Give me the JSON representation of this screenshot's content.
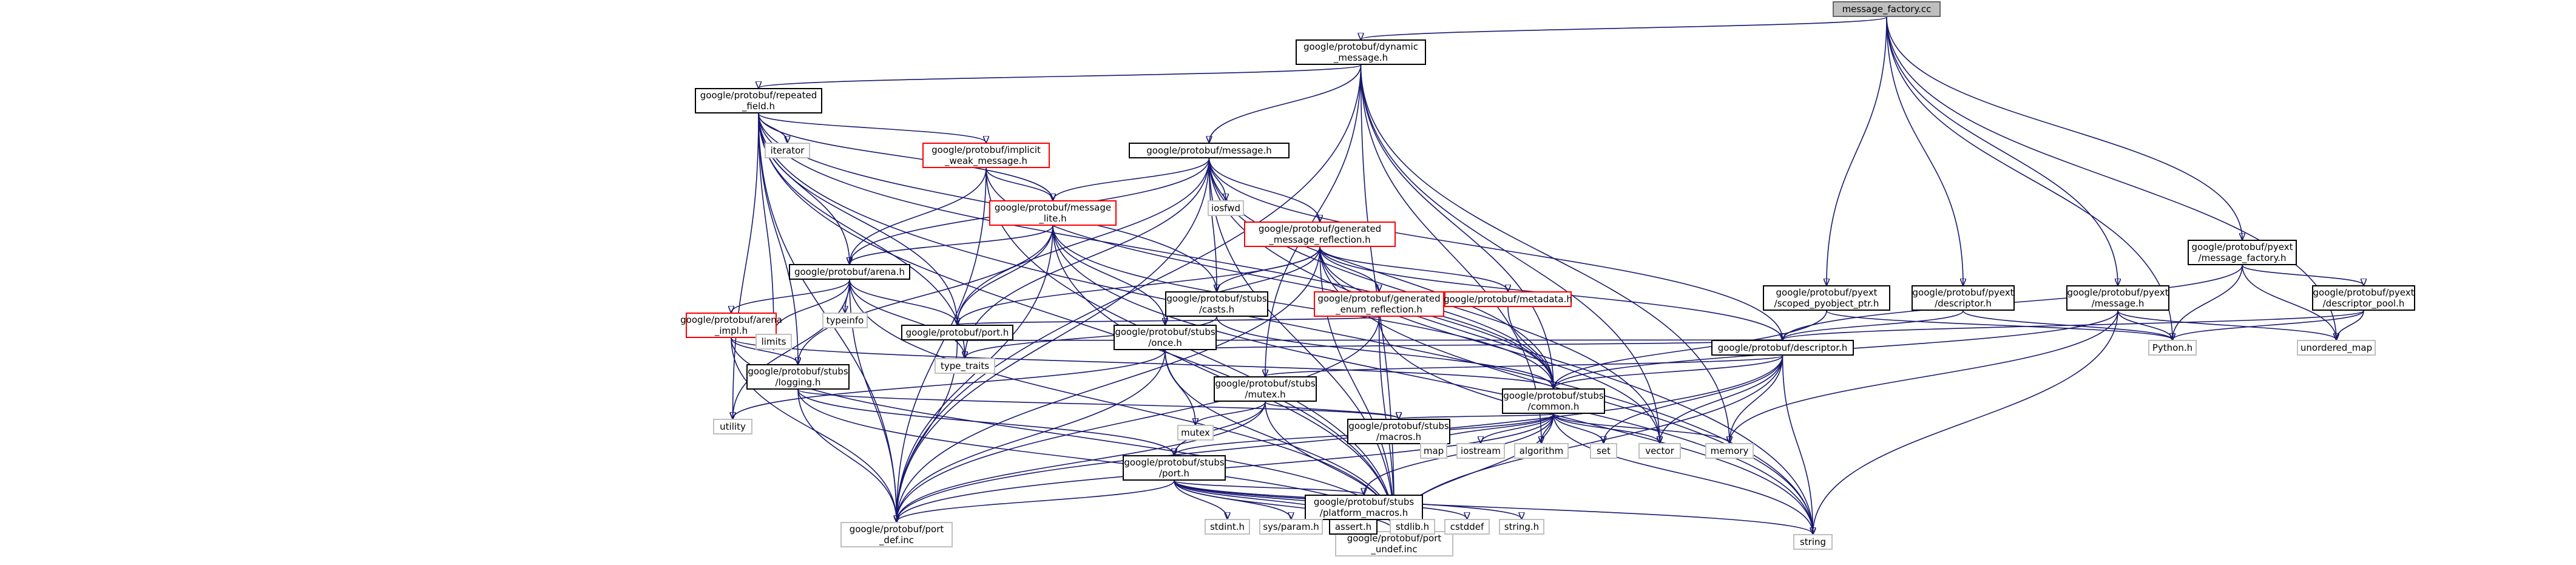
{
  "graph": {
    "colors": {
      "edge": "#191970",
      "root_fill": "#bfbfbf",
      "node_border": "#000000",
      "system_border": "#bfbfbf",
      "truncated_border": "#ff0000"
    },
    "nodes": [
      {
        "id": "message_factory_cc",
        "label": "message_factory.cc",
        "kind": "root"
      },
      {
        "id": "dynamic_message_h",
        "label": "google/protobuf/dynamic\n_message.h",
        "kind": "normal"
      },
      {
        "id": "repeated_field_h",
        "label": "google/protobuf/repeated\n_field.h",
        "kind": "normal"
      },
      {
        "id": "implicit_weak_message_h",
        "label": "google/protobuf/implicit\n_weak_message.h",
        "kind": "truncated"
      },
      {
        "id": "message_h",
        "label": "google/protobuf/message.h",
        "kind": "normal"
      },
      {
        "id": "message_lite_h",
        "label": "google/protobuf/message\n_lite.h",
        "kind": "truncated"
      },
      {
        "id": "arena_h",
        "label": "google/protobuf/arena.h",
        "kind": "normal"
      },
      {
        "id": "arena_impl_h",
        "label": "google/protobuf/arena\n_impl.h",
        "kind": "truncated"
      },
      {
        "id": "stubs_logging_h",
        "label": "google/protobuf/stubs\n/logging.h",
        "kind": "normal"
      },
      {
        "id": "generated_message_reflection_h",
        "label": "google/protobuf/generated\n_message_reflection.h",
        "kind": "truncated"
      },
      {
        "id": "stubs_casts_h",
        "label": "google/protobuf/stubs\n/casts.h",
        "kind": "normal"
      },
      {
        "id": "generated_enum_reflection_h",
        "label": "google/protobuf/generated\n_enum_reflection.h",
        "kind": "truncated"
      },
      {
        "id": "metadata_h",
        "label": "google/protobuf/metadata.h",
        "kind": "truncated"
      },
      {
        "id": "port_h",
        "label": "google/protobuf/port.h",
        "kind": "normal"
      },
      {
        "id": "stubs_once_h",
        "label": "google/protobuf/stubs\n/once.h",
        "kind": "normal"
      },
      {
        "id": "stubs_mutex_h",
        "label": "google/protobuf/stubs\n/mutex.h",
        "kind": "normal"
      },
      {
        "id": "stubs_macros_h",
        "label": "google/protobuf/stubs\n/macros.h",
        "kind": "normal"
      },
      {
        "id": "stubs_port_h",
        "label": "google/protobuf/stubs\n/port.h",
        "kind": "normal"
      },
      {
        "id": "stubs_platform_macros_h",
        "label": "google/protobuf/stubs\n/platform_macros.h",
        "kind": "normal"
      },
      {
        "id": "port_def_inc",
        "label": "google/protobuf/port\n_def.inc",
        "kind": "system"
      },
      {
        "id": "port_undef_inc",
        "label": "google/protobuf/port\n_undef.inc",
        "kind": "system"
      },
      {
        "id": "descriptor_h",
        "label": "google/protobuf/descriptor.h",
        "kind": "normal"
      },
      {
        "id": "stubs_common_h",
        "label": "google/protobuf/stubs\n/common.h",
        "kind": "normal"
      },
      {
        "id": "pyext_scoped_pyobject_ptr_h",
        "label": "google/protobuf/pyext\n/scoped_pyobject_ptr.h",
        "kind": "normal"
      },
      {
        "id": "pyext_descriptor_h",
        "label": "google/protobuf/pyext\n/descriptor.h",
        "kind": "normal"
      },
      {
        "id": "pyext_message_h",
        "label": "google/protobuf/pyext\n/message.h",
        "kind": "normal"
      },
      {
        "id": "pyext_message_factory_h",
        "label": "google/protobuf/pyext\n/message_factory.h",
        "kind": "normal"
      },
      {
        "id": "pyext_descriptor_pool_h",
        "label": "google/protobuf/pyext\n/descriptor_pool.h",
        "kind": "normal"
      },
      {
        "id": "python_h",
        "label": "Python.h",
        "kind": "system"
      },
      {
        "id": "unordered_map",
        "label": "unordered_map",
        "kind": "system"
      },
      {
        "id": "iterator",
        "label": "iterator",
        "kind": "system"
      },
      {
        "id": "iosfwd",
        "label": "iosfwd",
        "kind": "system"
      },
      {
        "id": "typeinfo",
        "label": "typeinfo",
        "kind": "system"
      },
      {
        "id": "limits",
        "label": "limits",
        "kind": "system"
      },
      {
        "id": "type_traits",
        "label": "type_traits",
        "kind": "system"
      },
      {
        "id": "utility",
        "label": "utility",
        "kind": "system"
      },
      {
        "id": "mutex",
        "label": "mutex",
        "kind": "system"
      },
      {
        "id": "map",
        "label": "map",
        "kind": "system"
      },
      {
        "id": "iostream",
        "label": "iostream",
        "kind": "system"
      },
      {
        "id": "algorithm",
        "label": "algorithm",
        "kind": "system"
      },
      {
        "id": "set",
        "label": "set",
        "kind": "system"
      },
      {
        "id": "vector",
        "label": "vector",
        "kind": "system"
      },
      {
        "id": "memory",
        "label": "memory",
        "kind": "system"
      },
      {
        "id": "string",
        "label": "string",
        "kind": "system"
      },
      {
        "id": "stdint_h",
        "label": "stdint.h",
        "kind": "system"
      },
      {
        "id": "sys_param_h",
        "label": "sys/param.h",
        "kind": "system"
      },
      {
        "id": "assert_h",
        "label": "assert.h",
        "kind": "normal"
      },
      {
        "id": "stdlib_h",
        "label": "stdlib.h",
        "kind": "system"
      },
      {
        "id": "cstddef",
        "label": "cstddef",
        "kind": "system"
      },
      {
        "id": "string_h",
        "label": "string.h",
        "kind": "system"
      }
    ],
    "edges": [
      [
        "message_factory_cc",
        "dynamic_message_h"
      ],
      [
        "message_factory_cc",
        "pyext_scoped_pyobject_ptr_h"
      ],
      [
        "message_factory_cc",
        "pyext_descriptor_h"
      ],
      [
        "message_factory_cc",
        "pyext_message_h"
      ],
      [
        "message_factory_cc",
        "pyext_message_factory_h"
      ],
      [
        "message_factory_cc",
        "python_h"
      ],
      [
        "message_factory_cc",
        "unordered_map"
      ],
      [
        "dynamic_message_h",
        "repeated_field_h"
      ],
      [
        "dynamic_message_h",
        "message_h"
      ],
      [
        "dynamic_message_h",
        "stubs_common_h"
      ],
      [
        "dynamic_message_h",
        "stubs_mutex_h"
      ],
      [
        "dynamic_message_h",
        "algorithm"
      ],
      [
        "dynamic_message_h",
        "memory"
      ],
      [
        "dynamic_message_h",
        "vector"
      ],
      [
        "dynamic_message_h",
        "port_def_inc"
      ],
      [
        "dynamic_message_h",
        "port_undef_inc"
      ],
      [
        "repeated_field_h",
        "iterator"
      ],
      [
        "repeated_field_h",
        "utility"
      ],
      [
        "repeated_field_h",
        "limits"
      ],
      [
        "repeated_field_h",
        "string"
      ],
      [
        "repeated_field_h",
        "type_traits"
      ],
      [
        "repeated_field_h",
        "stubs_logging_h"
      ],
      [
        "repeated_field_h",
        "stubs_common_h"
      ],
      [
        "repeated_field_h",
        "arena_h"
      ],
      [
        "repeated_field_h",
        "implicit_weak_message_h"
      ],
      [
        "repeated_field_h",
        "message_lite_h"
      ],
      [
        "repeated_field_h",
        "port_h"
      ],
      [
        "repeated_field_h",
        "stubs_casts_h"
      ],
      [
        "repeated_field_h",
        "port_def_inc"
      ],
      [
        "repeated_field_h",
        "port_undef_inc"
      ],
      [
        "implicit_weak_message_h",
        "message_lite_h"
      ],
      [
        "implicit_weak_message_h",
        "arena_h"
      ],
      [
        "implicit_weak_message_h",
        "stubs_common_h"
      ],
      [
        "implicit_weak_message_h",
        "port_def_inc"
      ],
      [
        "implicit_weak_message_h",
        "port_undef_inc"
      ],
      [
        "message_h",
        "iosfwd"
      ],
      [
        "message_h",
        "string"
      ],
      [
        "message_h",
        "type_traits"
      ],
      [
        "message_h",
        "vector"
      ],
      [
        "message_h",
        "arena_h"
      ],
      [
        "message_h",
        "message_lite_h"
      ],
      [
        "message_h",
        "port_h"
      ],
      [
        "message_h",
        "stubs_common_h"
      ],
      [
        "message_h",
        "descriptor_h"
      ],
      [
        "message_h",
        "generated_message_reflection_h"
      ],
      [
        "message_h",
        "stubs_casts_h"
      ],
      [
        "message_h",
        "port_def_inc"
      ],
      [
        "message_h",
        "port_undef_inc"
      ],
      [
        "message_lite_h",
        "climits"
      ],
      [
        "message_lite_h",
        "string"
      ],
      [
        "message_lite_h",
        "stubs_common_h"
      ],
      [
        "message_lite_h",
        "stubs_logging_h"
      ],
      [
        "message_lite_h",
        "stubs_once_h"
      ],
      [
        "message_lite_h",
        "port_h"
      ],
      [
        "message_lite_h",
        "arena_h"
      ],
      [
        "message_lite_h",
        "port_def_inc"
      ],
      [
        "message_lite_h",
        "port_undef_inc"
      ],
      [
        "arena_h",
        "limits"
      ],
      [
        "arena_h",
        "type_traits"
      ],
      [
        "arena_h",
        "utility"
      ],
      [
        "arena_h",
        "typeinfo"
      ],
      [
        "arena_h",
        "arena_impl_h"
      ],
      [
        "arena_h",
        "port_h"
      ],
      [
        "arena_h",
        "port_def_inc"
      ],
      [
        "arena_h",
        "port_undef_inc"
      ],
      [
        "arena_impl_h",
        "atomic_placeholder"
      ],
      [
        "arena_impl_h",
        "limits"
      ],
      [
        "arena_impl_h",
        "stubs_common_h"
      ],
      [
        "arena_impl_h",
        "stubs_logging_h"
      ],
      [
        "arena_impl_h",
        "port_def_inc"
      ],
      [
        "arena_impl_h",
        "port_undef_inc"
      ],
      [
        "stubs_logging_h",
        "stubs_macros_h"
      ],
      [
        "stubs_logging_h",
        "stubs_port_h"
      ],
      [
        "stubs_logging_h",
        "port_def_inc"
      ],
      [
        "stubs_logging_h",
        "port_undef_inc"
      ],
      [
        "generated_message_reflection_h",
        "string"
      ],
      [
        "generated_message_reflection_h",
        "vector"
      ],
      [
        "generated_message_reflection_h",
        "stubs_casts_h"
      ],
      [
        "generated_message_reflection_h",
        "stubs_common_h"
      ],
      [
        "generated_message_reflection_h",
        "descriptor_h"
      ],
      [
        "generated_message_reflection_h",
        "generated_enum_reflection_h"
      ],
      [
        "generated_message_reflection_h",
        "stubs_once_h"
      ],
      [
        "generated_message_reflection_h",
        "port_h"
      ],
      [
        "generated_message_reflection_h",
        "metadata_h"
      ],
      [
        "generated_message_reflection_h",
        "port_def_inc"
      ],
      [
        "generated_message_reflection_h",
        "port_undef_inc"
      ],
      [
        "stubs_casts_h",
        "stubs_common_h"
      ],
      [
        "stubs_casts_h",
        "type_traits"
      ],
      [
        "generated_enum_reflection_h",
        "string"
      ],
      [
        "generated_enum_reflection_h",
        "port_h"
      ],
      [
        "generated_enum_reflection_h",
        "port_def_inc"
      ],
      [
        "generated_enum_reflection_h",
        "port_undef_inc"
      ],
      [
        "metadata_h",
        "stubs_common_h"
      ],
      [
        "port_h",
        "port_def_inc"
      ],
      [
        "stubs_once_h",
        "mutex"
      ],
      [
        "stubs_once_h",
        "utility"
      ],
      [
        "stubs_once_h",
        "port_def_inc"
      ],
      [
        "stubs_once_h",
        "port_undef_inc"
      ],
      [
        "stubs_mutex_h",
        "mutex"
      ],
      [
        "stubs_mutex_h",
        "stubs_macros_h"
      ],
      [
        "stubs_mutex_h",
        "stubs_port_h"
      ],
      [
        "stubs_mutex_h",
        "port_def_inc"
      ],
      [
        "stubs_mutex_h",
        "port_undef_inc"
      ],
      [
        "stubs_port_h",
        "assert_h"
      ],
      [
        "stubs_port_h",
        "cstddef"
      ],
      [
        "stubs_port_h",
        "string"
      ],
      [
        "stubs_port_h",
        "string_h"
      ],
      [
        "stubs_port_h",
        "stdint_h"
      ],
      [
        "stubs_port_h",
        "stdlib_h"
      ],
      [
        "stubs_port_h",
        "sys_param_h"
      ],
      [
        "stubs_port_h",
        "stubs_platform_macros_h"
      ],
      [
        "stubs_port_h",
        "port_def_inc"
      ],
      [
        "stubs_port_h",
        "port_undef_inc"
      ],
      [
        "descriptor_h",
        "memory"
      ],
      [
        "descriptor_h",
        "set"
      ],
      [
        "descriptor_h",
        "string"
      ],
      [
        "descriptor_h",
        "vector"
      ],
      [
        "descriptor_h",
        "stubs_common_h"
      ],
      [
        "descriptor_h",
        "stubs_mutex_h"
      ],
      [
        "descriptor_h",
        "stubs_once_h"
      ],
      [
        "descriptor_h",
        "port_h"
      ],
      [
        "descriptor_h",
        "port_def_inc"
      ],
      [
        "descriptor_h",
        "port_undef_inc"
      ],
      [
        "stubs_common_h",
        "algorithm"
      ],
      [
        "stubs_common_h",
        "iostream"
      ],
      [
        "stubs_common_h",
        "map"
      ],
      [
        "stubs_common_h",
        "memory"
      ],
      [
        "stubs_common_h",
        "set"
      ],
      [
        "stubs_common_h",
        "string"
      ],
      [
        "stubs_common_h",
        "vector"
      ],
      [
        "stubs_common_h",
        "stubs_macros_h"
      ],
      [
        "stubs_common_h",
        "stubs_platform_macros_h"
      ],
      [
        "stubs_common_h",
        "stubs_port_h"
      ],
      [
        "stubs_common_h",
        "port_def_inc"
      ],
      [
        "stubs_common_h",
        "port_undef_inc"
      ],
      [
        "pyext_scoped_pyobject_ptr_h",
        "python_h"
      ],
      [
        "pyext_scoped_pyobject_ptr_h",
        "stubs_common_h"
      ],
      [
        "pyext_descriptor_h",
        "python_h"
      ],
      [
        "pyext_descriptor_h",
        "descriptor_h"
      ],
      [
        "pyext_message_h",
        "python_h"
      ],
      [
        "pyext_message_h",
        "memory"
      ],
      [
        "pyext_message_h",
        "string"
      ],
      [
        "pyext_message_h",
        "unordered_map"
      ],
      [
        "pyext_message_h",
        "stubs_common_h"
      ],
      [
        "pyext_message_factory_h",
        "python_h"
      ],
      [
        "pyext_message_factory_h",
        "unordered_map"
      ],
      [
        "pyext_message_factory_h",
        "descriptor_h"
      ],
      [
        "pyext_message_factory_h",
        "pyext_descriptor_pool_h"
      ],
      [
        "pyext_descriptor_pool_h",
        "python_h"
      ],
      [
        "pyext_descriptor_pool_h",
        "unordered_map"
      ],
      [
        "pyext_descriptor_pool_h",
        "descriptor_h"
      ]
    ]
  }
}
